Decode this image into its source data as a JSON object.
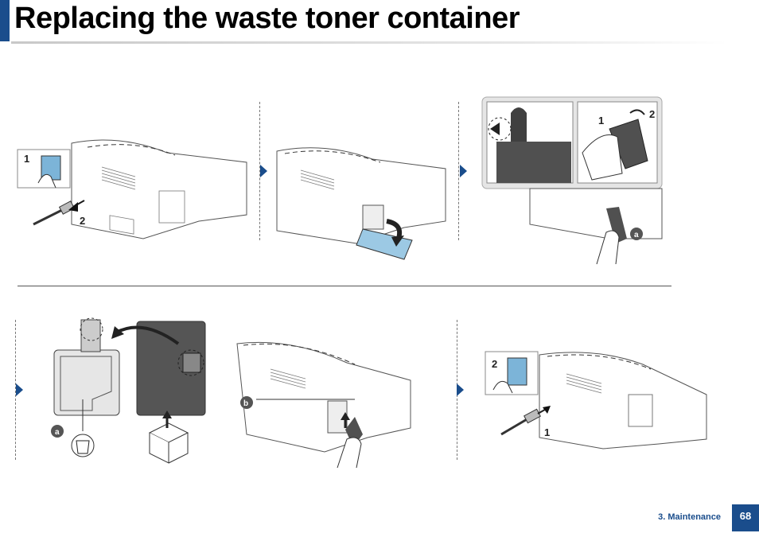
{
  "title": "Replacing the waste toner container",
  "footer": {
    "section": "3. Maintenance",
    "page": "68"
  },
  "callouts": {
    "step1": "1",
    "step2": "2",
    "a": "a",
    "b": "b"
  },
  "colors": {
    "accent": "#1a4d8c",
    "container": "#555555"
  },
  "icons": [
    "power-cable-unplug-icon",
    "down-arrow-icon",
    "trash-icon",
    "recycle-box-icon"
  ]
}
